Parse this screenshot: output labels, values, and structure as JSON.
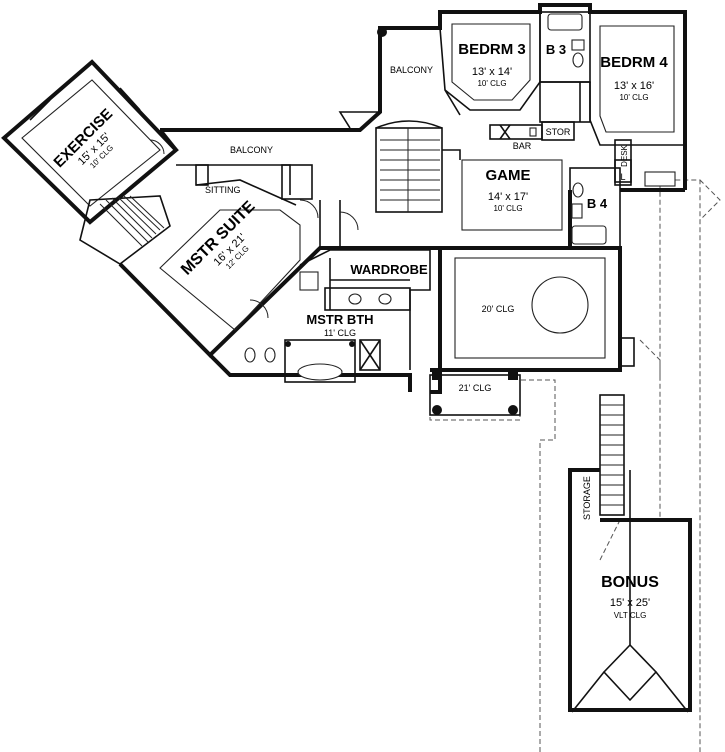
{
  "rooms": {
    "exercise": {
      "name": "EXERCISE",
      "size": "15' x 15'",
      "ceiling": "10' CLG"
    },
    "master_suite": {
      "name": "MSTR SUITE",
      "size": "16' x 21'",
      "ceiling": "12' CLG"
    },
    "sitting": {
      "name": "SITTING"
    },
    "balcony_left": {
      "name": "BALCONY"
    },
    "balcony_top": {
      "name": "BALCONY"
    },
    "bedroom_3": {
      "name": "BEDRM 3",
      "size": "13' x 14'",
      "ceiling": "10' CLG"
    },
    "bath_3": {
      "name": "B 3"
    },
    "bedroom_4": {
      "name": "BEDRM 4",
      "size": "13' x 16'",
      "ceiling": "10' CLG"
    },
    "storage_small": {
      "name": "STOR"
    },
    "bar": {
      "name": "BAR"
    },
    "desk": {
      "name": "DESK"
    },
    "game": {
      "name": "GAME",
      "size": "14' x 17'",
      "ceiling": "10' CLG"
    },
    "bath_4": {
      "name": "B 4"
    },
    "wardrobe": {
      "name": "WARDROBE"
    },
    "master_bath": {
      "name": "MSTR BTH",
      "ceiling": "11' CLG"
    },
    "open_to_below": {
      "ceiling": "20' CLG"
    },
    "porch": {
      "ceiling": "21' CLG"
    },
    "bonus": {
      "name": "BONUS",
      "size": "15' x 25'",
      "ceiling": "VLT CLG"
    },
    "storage_attic": {
      "name": "STORAGE"
    },
    "linen": {
      "name": "L"
    }
  }
}
